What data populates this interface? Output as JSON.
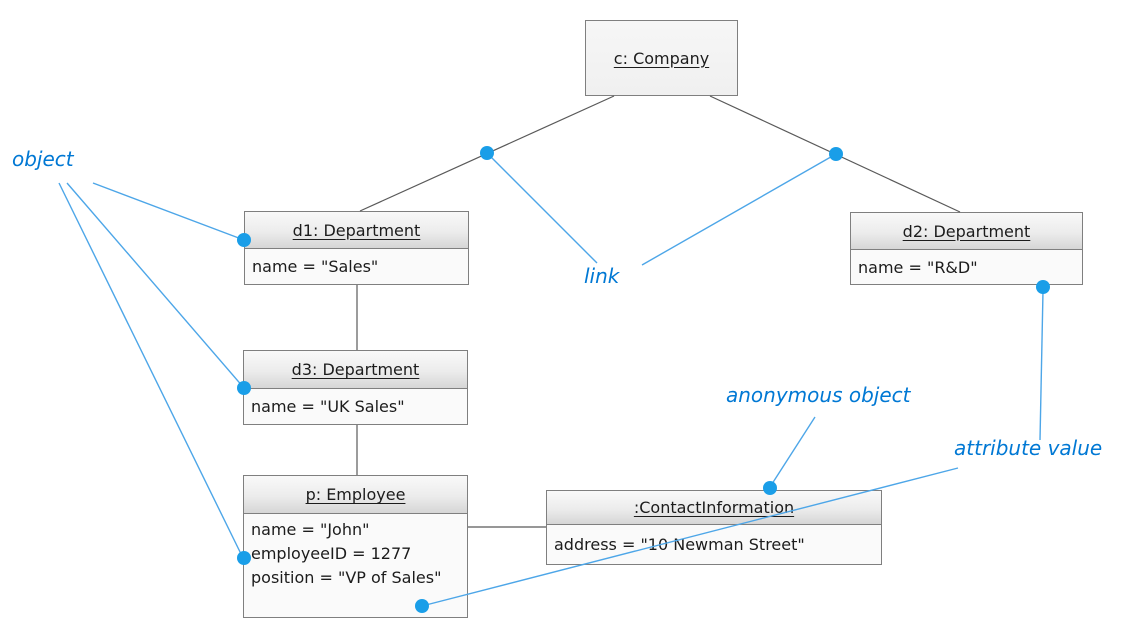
{
  "objects": [
    {
      "id": "company",
      "name": "c: Company",
      "attributes": []
    },
    {
      "id": "d1",
      "name": "d1: Department",
      "attributes": [
        "name = \"Sales\""
      ]
    },
    {
      "id": "d2",
      "name": "d2: Department",
      "attributes": [
        "name = \"R&D\""
      ]
    },
    {
      "id": "d3",
      "name": "d3: Department",
      "attributes": [
        "name = \"UK Sales\""
      ]
    },
    {
      "id": "p",
      "name": "p: Employee",
      "attributes": [
        "name = \"John\"",
        "employeeID = 1277",
        "position = \"VP of Sales\""
      ]
    },
    {
      "id": "contact",
      "name": ":ContactInformation",
      "attributes": [
        "address = \"10 Newman Street\""
      ]
    }
  ],
  "annotations": [
    {
      "id": "object",
      "label": "object"
    },
    {
      "id": "link",
      "label": "link"
    },
    {
      "id": "anonymous-object",
      "label": "anonymous object"
    },
    {
      "id": "attribute-value",
      "label": "attribute value"
    }
  ],
  "colors": {
    "annotation_text_blue": "#0078d4",
    "callout_line_blue": "#4da6e8",
    "connector_dot_blue": "#1a9ee8",
    "link_line_gray": "#595959",
    "box_border_gray": "#7f7f7f",
    "header_gradient_bottom": "#d6d6d6",
    "box_body_background": "#fafafa"
  }
}
